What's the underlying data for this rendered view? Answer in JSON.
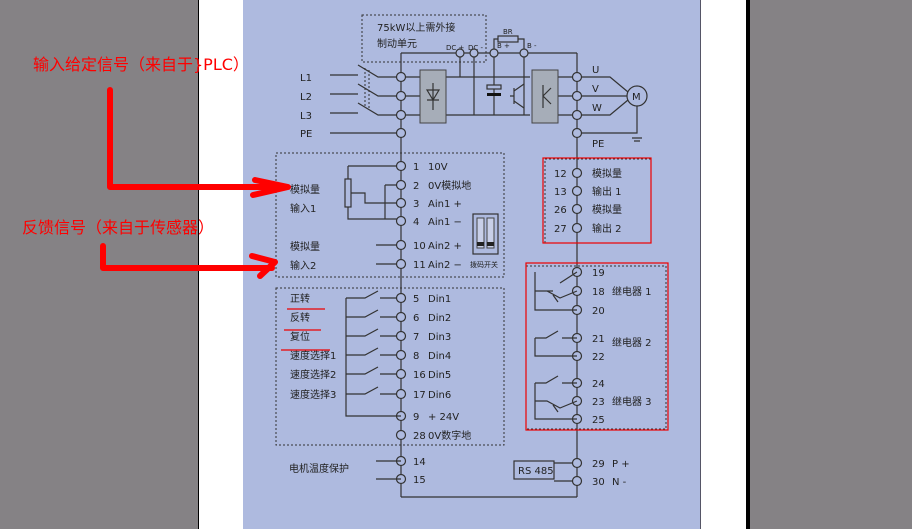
{
  "annotations": {
    "plc": "输入给定信号（来自于}PLC）",
    "sensor": "反馈信号（来自于传感器）"
  },
  "power": {
    "brake_note_1": "75kW以上需外接",
    "brake_note_2": "制动单元",
    "dc_plus": "DC +",
    "dc_minus": "DC -",
    "br": "BR",
    "b_plus": "B +",
    "b_minus": "B -",
    "inputs": [
      "L1",
      "L2",
      "L3",
      "PE"
    ],
    "outputs": [
      "U",
      "V",
      "W",
      "PE"
    ],
    "motor": "M"
  },
  "analog_in": {
    "group1": [
      "模拟量",
      "输入1"
    ],
    "group2": [
      "模拟量",
      "输入2"
    ],
    "terminals": [
      [
        "1",
        "10V"
      ],
      [
        "2",
        "0V模拟地"
      ],
      [
        "3",
        "Ain1 +"
      ],
      [
        "4",
        "Ain1 −"
      ],
      [
        "10",
        "Ain2 +"
      ],
      [
        "11",
        "Ain2 −"
      ]
    ],
    "dip": "拨码开关"
  },
  "digital_in": {
    "labels": [
      "正转",
      "反转",
      "复位",
      "速度选择1",
      "速度选择2",
      "速度选择3"
    ],
    "terminals": [
      [
        "5",
        "Din1"
      ],
      [
        "6",
        "Din2"
      ],
      [
        "7",
        "Din3"
      ],
      [
        "8",
        "Din4"
      ],
      [
        "16",
        "Din5"
      ],
      [
        "17",
        "Din6"
      ],
      [
        "9",
        "+ 24V"
      ],
      [
        "28",
        "0V数字地"
      ]
    ]
  },
  "motor_temp": {
    "label": "电机温度保护",
    "terminals": [
      "14",
      "15"
    ]
  },
  "analog_out": {
    "terminals": [
      [
        "12",
        "模拟量"
      ],
      [
        "13",
        "输出 1"
      ],
      [
        "26",
        "模拟量"
      ],
      [
        "27",
        "输出 2"
      ]
    ]
  },
  "relays": {
    "terminals": [
      "19",
      "18",
      "20",
      "21",
      "22",
      "24",
      "23",
      "25"
    ],
    "labels": [
      "继电器 1",
      "继电器 2",
      "继电器 3"
    ]
  },
  "rs485": {
    "label": "RS 485",
    "terminals": [
      [
        "29",
        "P +"
      ],
      [
        "30",
        "N -"
      ]
    ]
  }
}
